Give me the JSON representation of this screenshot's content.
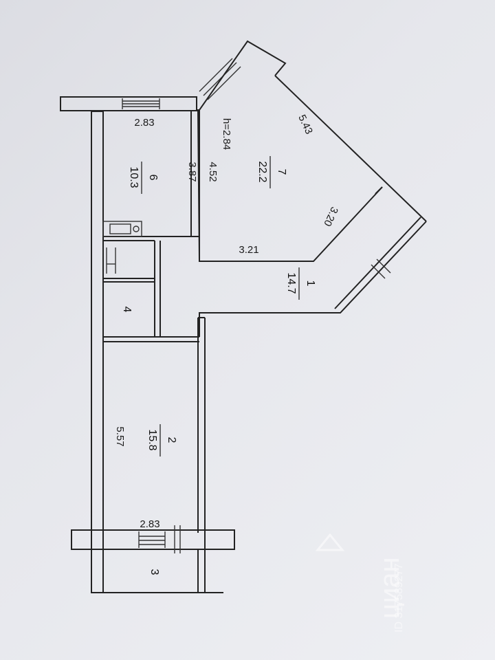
{
  "plan": {
    "ceiling_height": "h=2.84",
    "rooms": [
      {
        "id": "1",
        "area": "14.7"
      },
      {
        "id": "2",
        "area": "15.8"
      },
      {
        "id": "3",
        "area": ""
      },
      {
        "id": "4",
        "area": ""
      },
      {
        "id": "6",
        "area": "10.3"
      },
      {
        "id": "7",
        "area": "22.2"
      }
    ],
    "dimensions": {
      "d_2_83_top": "2.83",
      "d_3_87": "3.87",
      "d_4_52": "4.52",
      "d_5_43": "5.43",
      "d_3_20": "3.20",
      "d_3_21": "3.21",
      "d_5_57": "5.57",
      "d_2_83_bottom": "2.83"
    }
  },
  "watermark": {
    "brand": "циан",
    "id_text": "ID 317589277"
  }
}
